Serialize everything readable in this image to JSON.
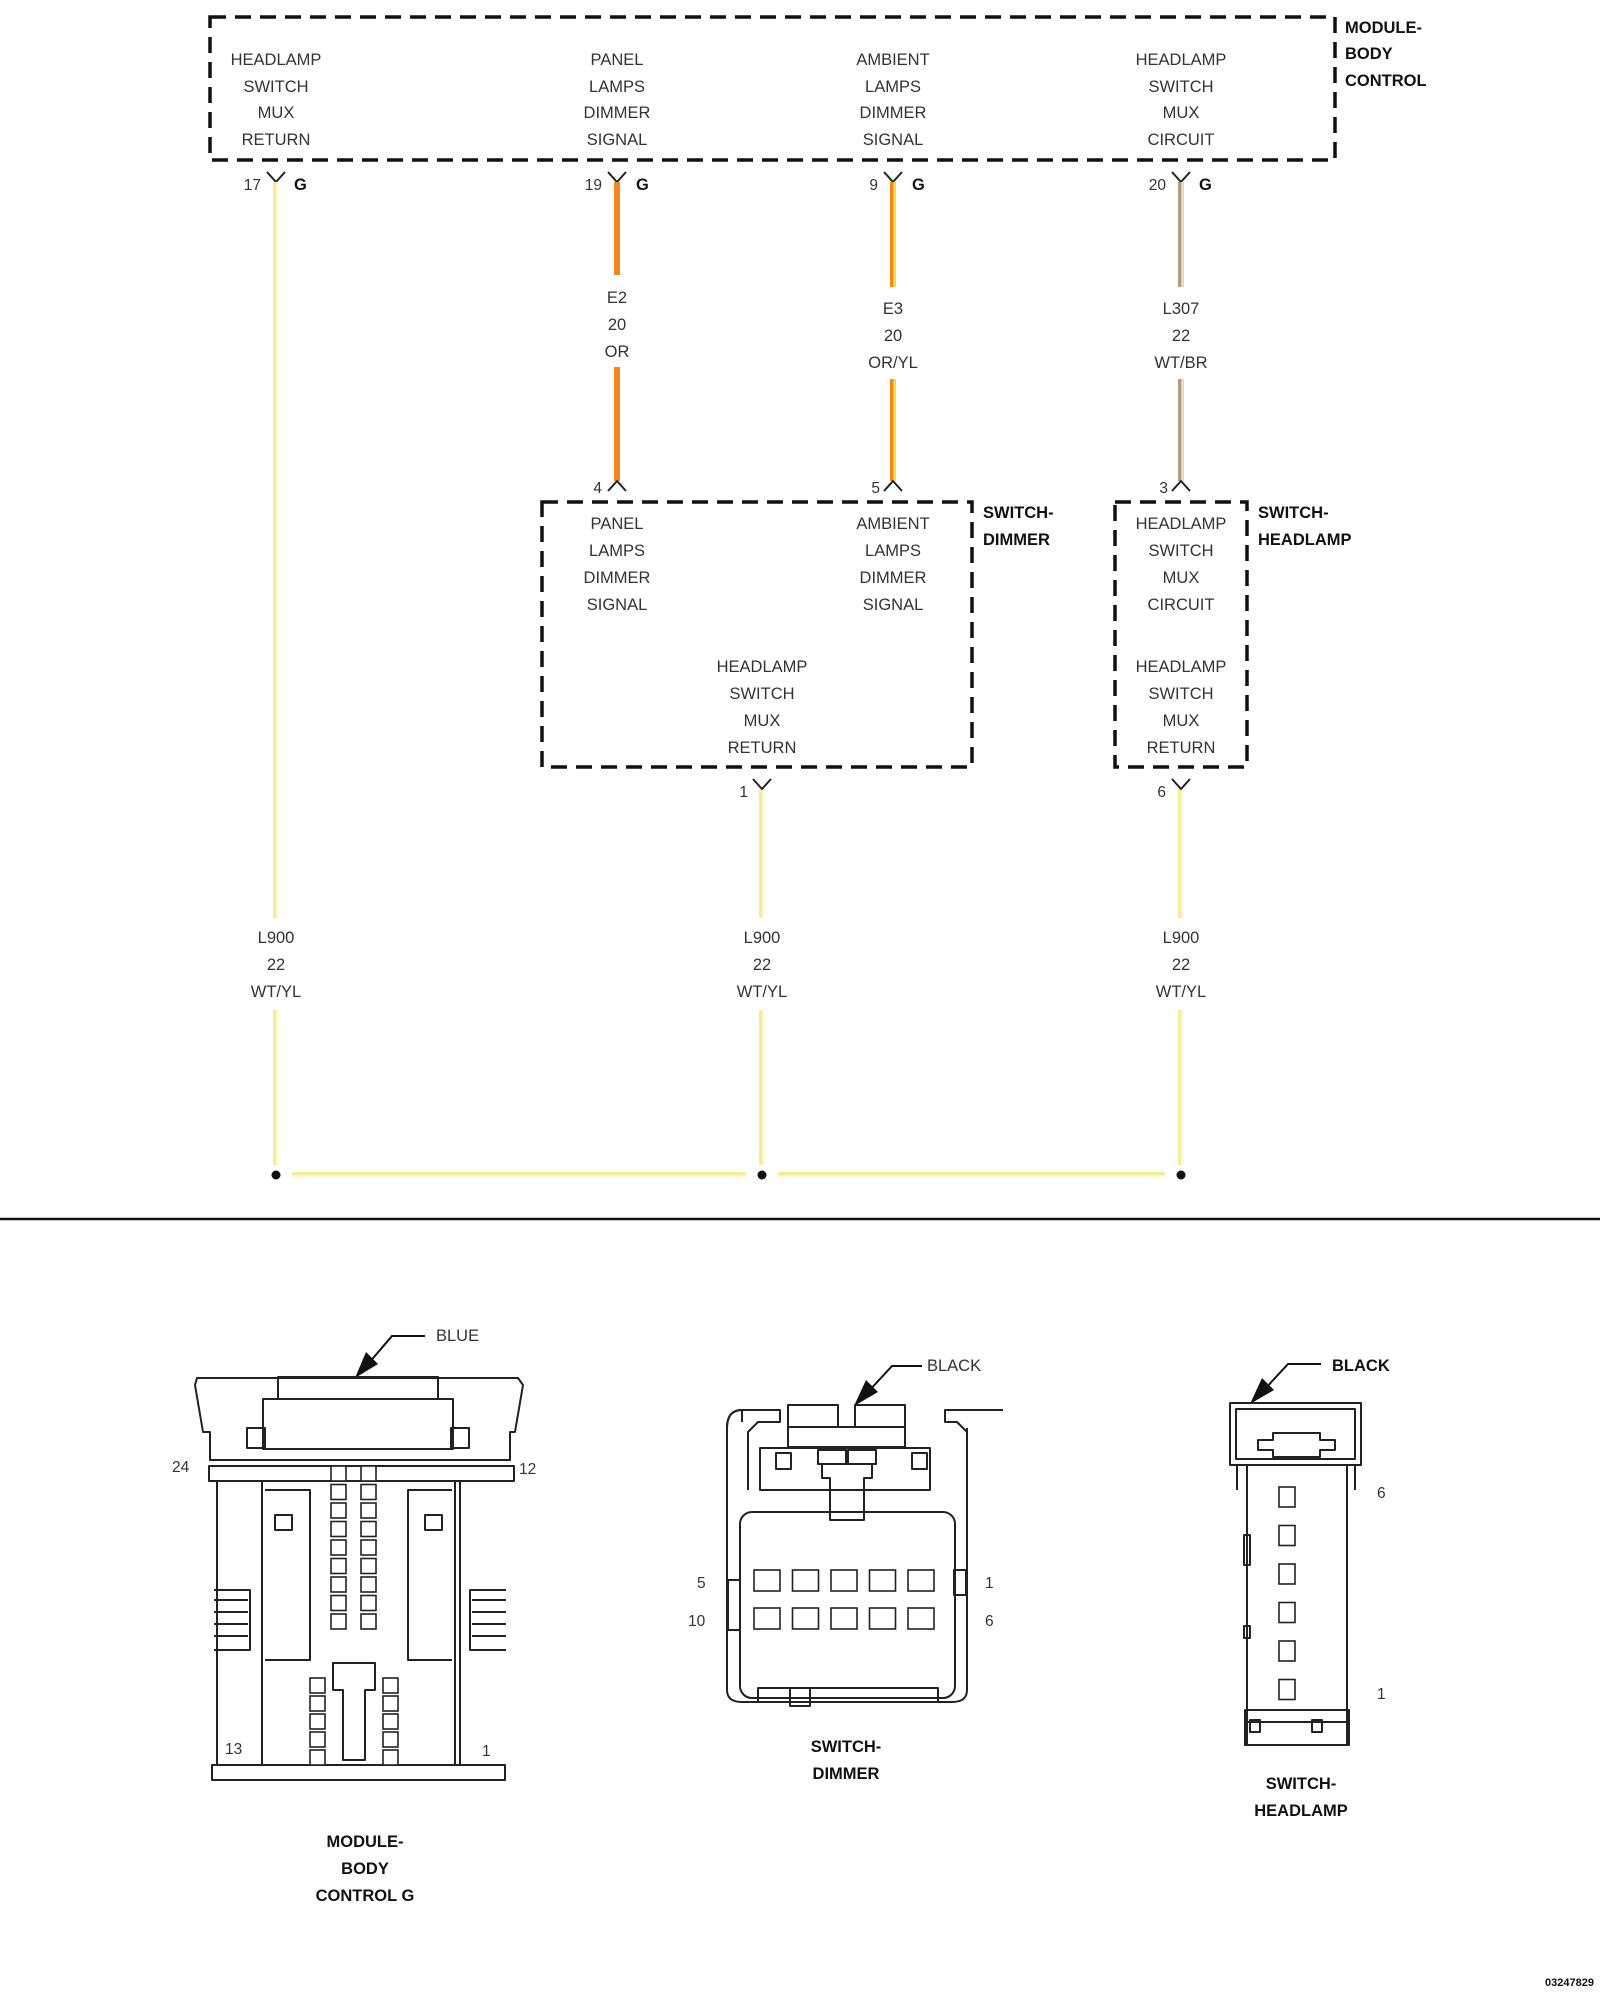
{
  "modules": {
    "bcm": {
      "name": [
        "MODULE-",
        "BODY",
        "CONTROL"
      ],
      "functions": [
        {
          "lines": [
            "HEADLAMP",
            "SWITCH",
            "MUX",
            "RETURN"
          ],
          "pin": "17",
          "connector": "G"
        },
        {
          "lines": [
            "PANEL",
            "LAMPS",
            "DIMMER",
            "SIGNAL"
          ],
          "pin": "19",
          "connector": "G"
        },
        {
          "lines": [
            "AMBIENT",
            "LAMPS",
            "DIMMER",
            "SIGNAL"
          ],
          "pin": "9",
          "connector": "G"
        },
        {
          "lines": [
            "HEADLAMP",
            "SWITCH",
            "MUX",
            "CIRCUIT"
          ],
          "pin": "20",
          "connector": "G"
        }
      ]
    },
    "dimmer": {
      "name": [
        "SWITCH-",
        "DIMMER"
      ],
      "functions": [
        {
          "lines": [
            "PANEL",
            "LAMPS",
            "DIMMER",
            "SIGNAL"
          ],
          "pin": "4"
        },
        {
          "lines": [
            "AMBIENT",
            "LAMPS",
            "DIMMER",
            "SIGNAL"
          ],
          "pin": "5"
        },
        {
          "lines": [
            "HEADLAMP",
            "SWITCH",
            "MUX",
            "RETURN"
          ],
          "pin": "1"
        }
      ]
    },
    "headlamp": {
      "name": [
        "SWITCH-",
        "HEADLAMP"
      ],
      "functions": [
        {
          "lines": [
            "HEADLAMP",
            "SWITCH",
            "MUX",
            "CIRCUIT"
          ],
          "pin": "3"
        },
        {
          "lines": [
            "HEADLAMP",
            "SWITCH",
            "MUX",
            "RETURN"
          ],
          "pin": "6"
        }
      ]
    }
  },
  "wires": [
    {
      "circuit": "E2",
      "gauge": "20",
      "color_code": "OR",
      "stroke": "#f08a1c",
      "trace": null
    },
    {
      "circuit": "E3",
      "gauge": "20",
      "color_code": "OR/YL",
      "stroke": "#f08a1c",
      "trace": "#ffe35a"
    },
    {
      "circuit": "L307",
      "gauge": "22",
      "color_code": "WT/BR",
      "stroke": "#b79b7a",
      "trace": "#ece4d6"
    },
    {
      "circuit": "L900",
      "gauge": "22",
      "color_code": "WT/YL",
      "stroke": "#f3ec9a",
      "trace": "#fdfbe6"
    },
    {
      "circuit": "L900",
      "gauge": "22",
      "color_code": "WT/YL",
      "stroke": "#f3ec9a",
      "trace": "#fdfbe6"
    },
    {
      "circuit": "L900",
      "gauge": "22",
      "color_code": "WT/YL",
      "stroke": "#f3ec9a",
      "trace": "#fdfbe6"
    }
  ],
  "connector_views": [
    {
      "color_label": "BLUE",
      "pin_labels": [
        "24",
        "12",
        "13",
        "1"
      ],
      "name": [
        "MODULE-",
        "BODY",
        "CONTROL G"
      ]
    },
    {
      "color_label": "BLACK",
      "pin_labels": [
        "5",
        "1",
        "10",
        "6"
      ],
      "name": [
        "SWITCH-",
        "DIMMER"
      ]
    },
    {
      "color_label": "BLACK",
      "pin_labels": [
        "6",
        "1"
      ],
      "name": [
        "SWITCH-",
        "HEADLAMP"
      ]
    }
  ],
  "figure_id": "03247829"
}
